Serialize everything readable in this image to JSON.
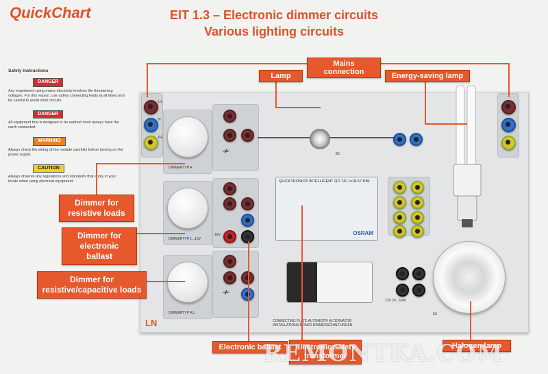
{
  "brand": "QuickChart",
  "title_line1": "EIT 1.3 – Electronic dimmer circuits",
  "title_line2": "Various lighting circuits",
  "safety": {
    "heading": "Safety instructions",
    "blocks": [
      {
        "badge": "DANGER",
        "text": "Any experiment using mains electricity involves life threatening voltages. For this reason, use safety connecting leads at all times and be careful to avoid short circuits."
      },
      {
        "badge": "DANGER",
        "text": "All equipment that is designed to be earthed must always have the earth connected."
      },
      {
        "badge": "WARNING",
        "text": "Always check the wiring of the module carefully before turning on the power supply."
      },
      {
        "badge": "CAUTION",
        "text": "Always observe any regulations and standards that apply in your locale when using electrical equipment."
      }
    ]
  },
  "callouts": {
    "mains": "Mains connection",
    "lamp": "Lamp",
    "energy_saving": "Energy-saving lamp",
    "dimmer_resistive": "Dimmer for resistive loads",
    "dimmer_ballast": "Dimmer for electronic ballast",
    "dimmer_capacitive": "Dimmer for resistive/capacitive loads",
    "electronic_ballast": "Electronic ballast",
    "safety_transformer": "Electronic safety transformer",
    "halogen": "Halogen lamp"
  },
  "board": {
    "dimmer1_label": "DIMMERTYP   R",
    "dimmer2_label": "DIMMERTYP   1...10V",
    "dimmer3_label": "DIMMERTYP   R,L",
    "ballast_header": "QUICKTRONIC® INTELLIGENT QTi T/E 1x18-57 DIM",
    "ballast_brand": "OSRAM",
    "transformer_spec": "12V 20...60W",
    "plate_text_line1": "CONNECTING PLATE AUTOMOTIV ALTERNATOR",
    "plate_text_line2": "INSTALLATIONS BOARD DIMMERSCHALTUNGEN",
    "logo": "LN",
    "terminal_labels": [
      "L1",
      "N",
      "PE"
    ],
    "voltage_10v": "10V",
    "lamp_ref": "E1",
    "halogen_ref": "E5"
  },
  "watermark": "REMONTKA.COM",
  "colors": {
    "accent": "#e7582c",
    "title": "#e0502a",
    "board": "#e3e5e6"
  }
}
